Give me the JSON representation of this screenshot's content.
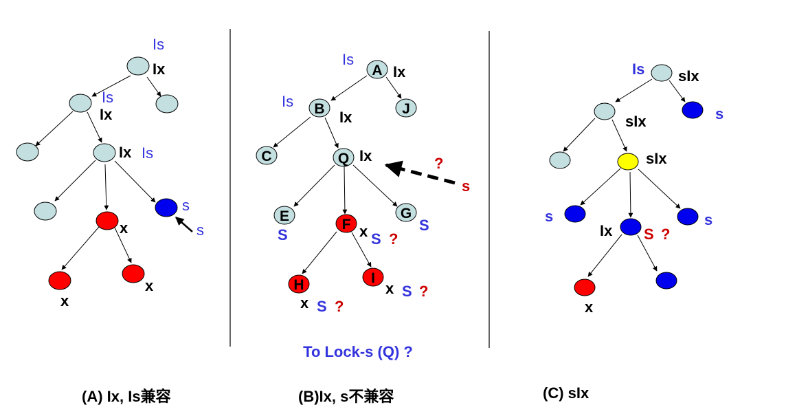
{
  "colors": {
    "node_default": "#c3dfe0",
    "node_red": "#ff0000",
    "node_blue": "#0000ee",
    "node_yellow": "#ffff00",
    "label_blue": "#3333dd",
    "label_black": "#000000",
    "label_red": "#cc0000"
  },
  "panel_a": {
    "caption": "(A) Ix, Is兼容",
    "labels": {
      "root_is": "Is",
      "root_ix": "Ix",
      "l1_is": "Is",
      "l1_ix": "Ix",
      "l2_ix": "Ix",
      "l2_is": "Is",
      "blue_s": "s",
      "incoming_s": "s",
      "red_mid_x": "x",
      "red_left_x": "x",
      "red_right_x": "x"
    }
  },
  "panel_b": {
    "caption": "(B)Ix, s不兼容",
    "question": "To Lock-s (Q) ?",
    "nodes": {
      "a": "A",
      "j": "J",
      "b": "B",
      "c": "C",
      "q": "Q",
      "e": "E",
      "f": "F",
      "g": "G",
      "h": "H",
      "i": "I"
    },
    "labels": {
      "a_is": "Is",
      "a_ix": "Ix",
      "b_is": "Is",
      "b_ix": "Ix",
      "q_ix": "Ix",
      "request_q": "?",
      "request_s": "s",
      "e_s": "S",
      "g_s": "S",
      "f_x": "x",
      "f_s": "S",
      "f_q": "?",
      "h_x": "x",
      "h_s": "S",
      "h_q": "?",
      "i_x": "x",
      "i_s": "S",
      "i_q": "?"
    }
  },
  "panel_c": {
    "caption": "(C) sIx",
    "labels": {
      "root_is": "Is",
      "root_six": "sIx",
      "blue_top_s": "s",
      "l1_six": "sIx",
      "yellow_six": "sIx",
      "left_blue_s": "s",
      "right_blue_s": "s",
      "mid_ix": "Ix",
      "mid_s": "S",
      "mid_q": "?",
      "red_x": "x"
    }
  }
}
